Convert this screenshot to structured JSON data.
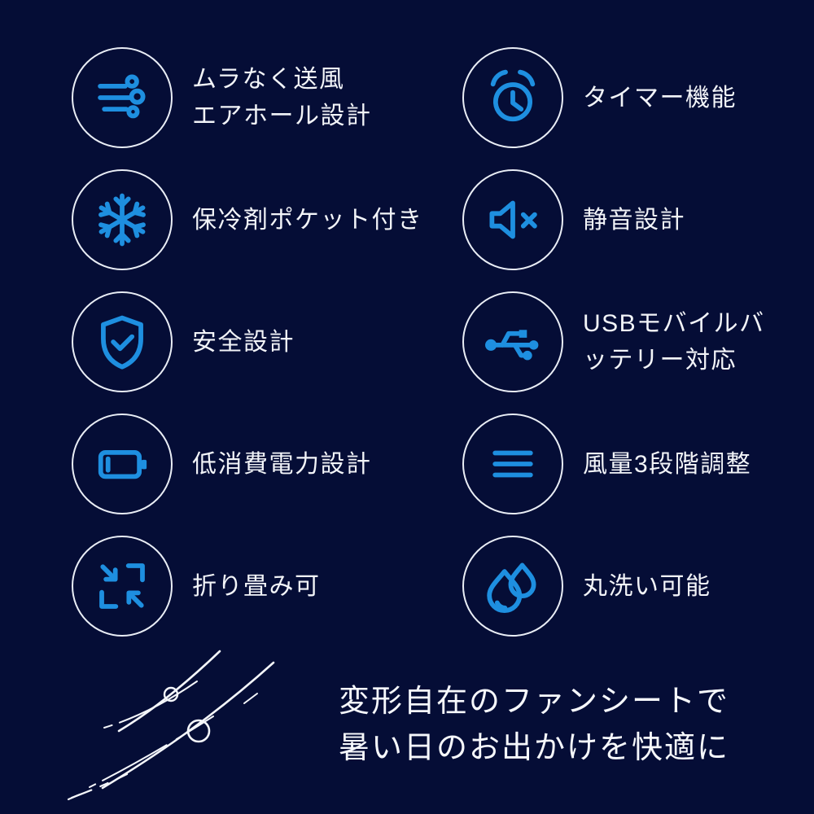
{
  "page": {
    "background_color": "#050d36",
    "accent_color": "#1e8fe0",
    "circle_border_color": "#e9edf5",
    "text_color": "#f2f4f8"
  },
  "features": [
    {
      "icon": "wind-icon",
      "lines": [
        "ムラなく送風",
        "エアホール設計"
      ]
    },
    {
      "icon": "alarm-clock-icon",
      "lines": [
        "タイマー機能"
      ]
    },
    {
      "icon": "snowflake-icon",
      "lines": [
        "保冷剤ポケット付き"
      ]
    },
    {
      "icon": "mute-speaker-icon",
      "lines": [
        "静音設計"
      ]
    },
    {
      "icon": "shield-check-icon",
      "lines": [
        "安全設計"
      ]
    },
    {
      "icon": "usb-icon",
      "lines": [
        "USBモバイルバ",
        "ッテリー対応"
      ]
    },
    {
      "icon": "battery-icon",
      "lines": [
        "低消費電力設計"
      ]
    },
    {
      "icon": "fan-speed-lines-icon",
      "lines": [
        "風量3段階調整"
      ]
    },
    {
      "icon": "fold-arrows-icon",
      "lines": [
        "折り畳み可"
      ]
    },
    {
      "icon": "water-drops-icon",
      "lines": [
        "丸洗い可能"
      ]
    }
  ],
  "tagline": {
    "lines": [
      "変形自在のファンシートで",
      "暑い日のお出かけを快適に"
    ]
  },
  "decoration": "wind-swoosh-illustration"
}
